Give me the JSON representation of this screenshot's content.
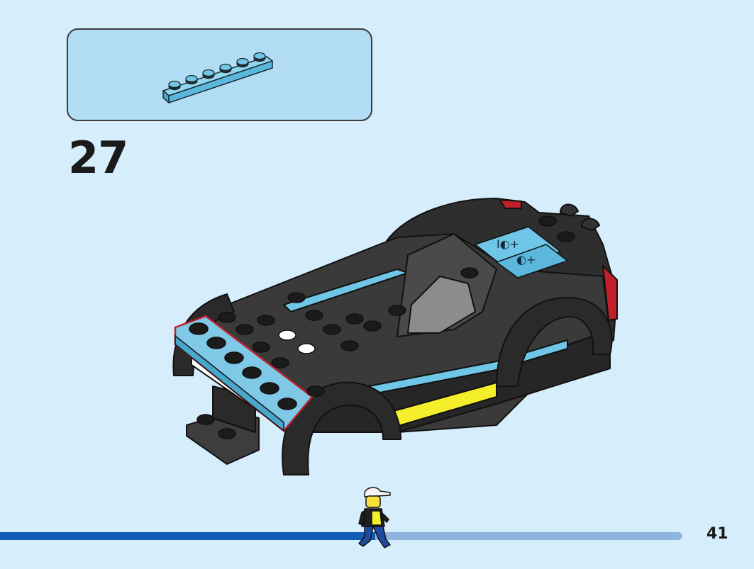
{
  "step": {
    "number": "27"
  },
  "page": {
    "number": "41",
    "progress": 0.55
  },
  "parts_box": {
    "part": "plate-1x6-medium-azur",
    "color": "#6fc6e6",
    "studs": 6
  },
  "model": {
    "highlight_color": "#c0202a",
    "body_color": "#2a2a2a",
    "accent_color": "#6fc6e6",
    "stripe_color": "#f4ef2a"
  },
  "colors": {
    "background": "#d6eefb",
    "box": "#b3dcf5",
    "progress_done": "#0f5db4",
    "progress_todo": "#8fb3df"
  }
}
